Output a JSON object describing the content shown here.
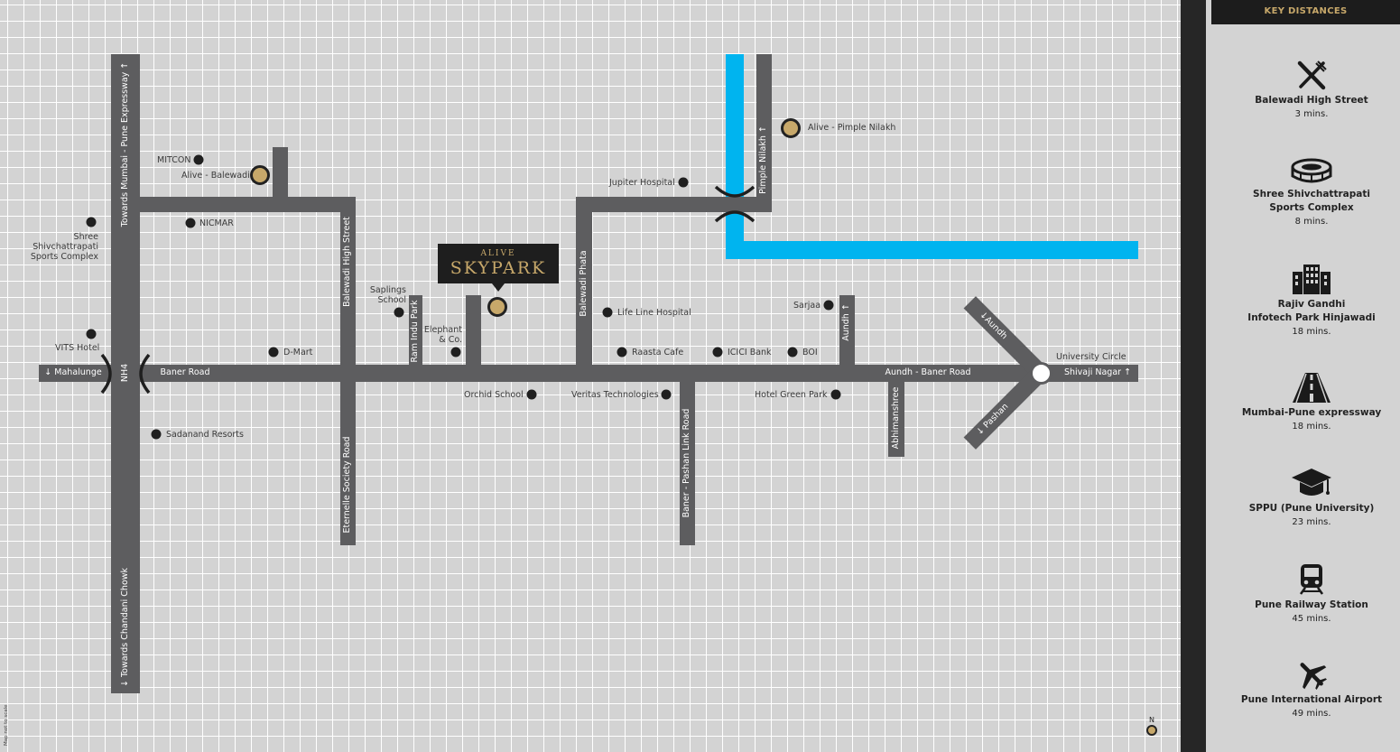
{
  "map": {
    "roads": {
      "nh4": "NH4",
      "towards_mumbai": "Towards Mumbai - Pune Expressway ↑",
      "towards_chandani": "↓ Towards Chandani Chowk",
      "mahalunge": "↓ Mahalunge",
      "baner_road": "Baner Road",
      "balewadi_high_street": "Balewadi High Street",
      "eternelle_society_road": "Eternelle Society Road",
      "ram_indu_park": "Ram Indu Park",
      "balewadi_phata": "Balewadi Phata",
      "baner_pashan_link": "Baner - Pashan Link Road",
      "pimple_nilakh": "Pimple Nilakh ↑",
      "aundh_up": "Aundh ↑",
      "aundh_baner_road": "Aundh - Baner Road",
      "abhimanshree": "Abhimanshree",
      "aundh_diag": "↓Aundh",
      "pashan_diag": "↓ Pashan",
      "shivaji_nagar": "Shivaji Nagar ↑"
    },
    "places": {
      "mitcon": "MITCON",
      "alive_balewadi": "Alive - Balewadi",
      "nicmar": "NICMAR",
      "shree_sports": "Shree\nShivchattrapati\nSports Complex",
      "vits_hotel": "VITS Hotel",
      "d_mart": "D-Mart",
      "sadanand": "Sadanand Resorts",
      "saplings": "Saplings\nSchool",
      "elephant": "Elephant\n& Co.",
      "orchid": "Orchid School",
      "life_line": "Life Line Hospital",
      "raasta": "Raasta Cafe",
      "veritas": "Veritas Technologies",
      "icici": "ICICI Bank",
      "boi": "BOI",
      "hotel_green_park": "Hotel Green Park",
      "sarjaa": "Sarjaa",
      "jupiter": "Jupiter Hospital",
      "alive_pimple_nilakh": "Alive - Pimple Nilakh",
      "university_circle": "University Circle"
    },
    "logo": {
      "line1": "ALIVE",
      "line2": "SKYPARK"
    },
    "scale_note": "Map not to scale",
    "north": "N"
  },
  "panel": {
    "heading": "KEY DISTANCES",
    "items": [
      {
        "icon": "fork-knife-icon",
        "name": "Balewadi High Street",
        "time": "3 mins."
      },
      {
        "icon": "stadium-icon",
        "name": "Shree Shivchattrapati\nSports Complex",
        "time": "8 mins."
      },
      {
        "icon": "office-building-icon",
        "name": "Rajiv Gandhi\nInfotech Park Hinjawadi",
        "time": "18 mins."
      },
      {
        "icon": "highway-icon",
        "name": "Mumbai-Pune expressway",
        "time": "18 mins."
      },
      {
        "icon": "graduation-cap-icon",
        "name": "SPPU (Pune University)",
        "time": "23 mins."
      },
      {
        "icon": "train-icon",
        "name": "Pune Railway Station",
        "time": "45 mins."
      },
      {
        "icon": "airplane-icon",
        "name": "Pune International Airport",
        "time": "49 mins."
      }
    ]
  },
  "colors": {
    "road": "#5d5d5f",
    "river": "#00b4ef",
    "accent": "#c7a86a",
    "background": "#d3d3d3"
  }
}
